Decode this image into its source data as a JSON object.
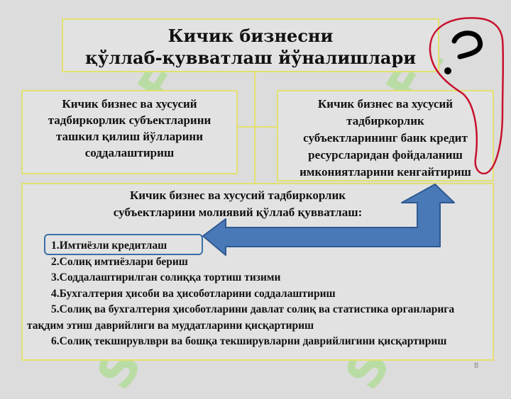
{
  "title": {
    "line1": "Кичик бизнесни",
    "line2": "қўллаб-қувватлаш йўналишлари"
  },
  "left_box": {
    "line1": "Кичик бизнес ва хусусий",
    "line2": "тадбиркорлик субъектларини",
    "line3": "ташкил қилиш йўлларини",
    "line4": "соддалаштириш"
  },
  "right_box": {
    "line1": "Кичик бизнес ва хусусий",
    "line2": "тадбиркорлик",
    "line3": "субъектларининг банк кредит",
    "line4": "ресурсларидан фойдаланиш",
    "line5": "имкониятларини кенгайтириш"
  },
  "support_section": {
    "heading_line1": "Кичик бизнес ва хусусий тадбиркорлик",
    "heading_line2": "субъектларини молиявий қўллаб қувватлаш:",
    "items": [
      "1.Имтиёзли кредитлаш",
      "2.Солиқ имтиёзлари бериш",
      "3.Соддалаштирилган солиққа тортиш тизими",
      "4.Бухгалтерия ҳисоби ва ҳисоботларини соддалаштириш",
      "5.Солиқ ва бухгалтерия ҳисоботларини давлат солиқ ва статистика органларига        тақдим этиш даврийлиги ва муддатларини қисқартириш",
      "6.Солиқ текширувлври ва бошқа текширувларни даврийлигини қисқартириш"
    ]
  },
  "watermark": "SOFT",
  "page_number": "8",
  "colors": {
    "box_border": "#e3e070",
    "arrow_fill": "#4a79b8",
    "arrow_stroke": "#2f5a92",
    "question_mark": "#c8102e"
  },
  "icons": [
    "question-mark-icon",
    "u-turn-arrow-icon"
  ]
}
